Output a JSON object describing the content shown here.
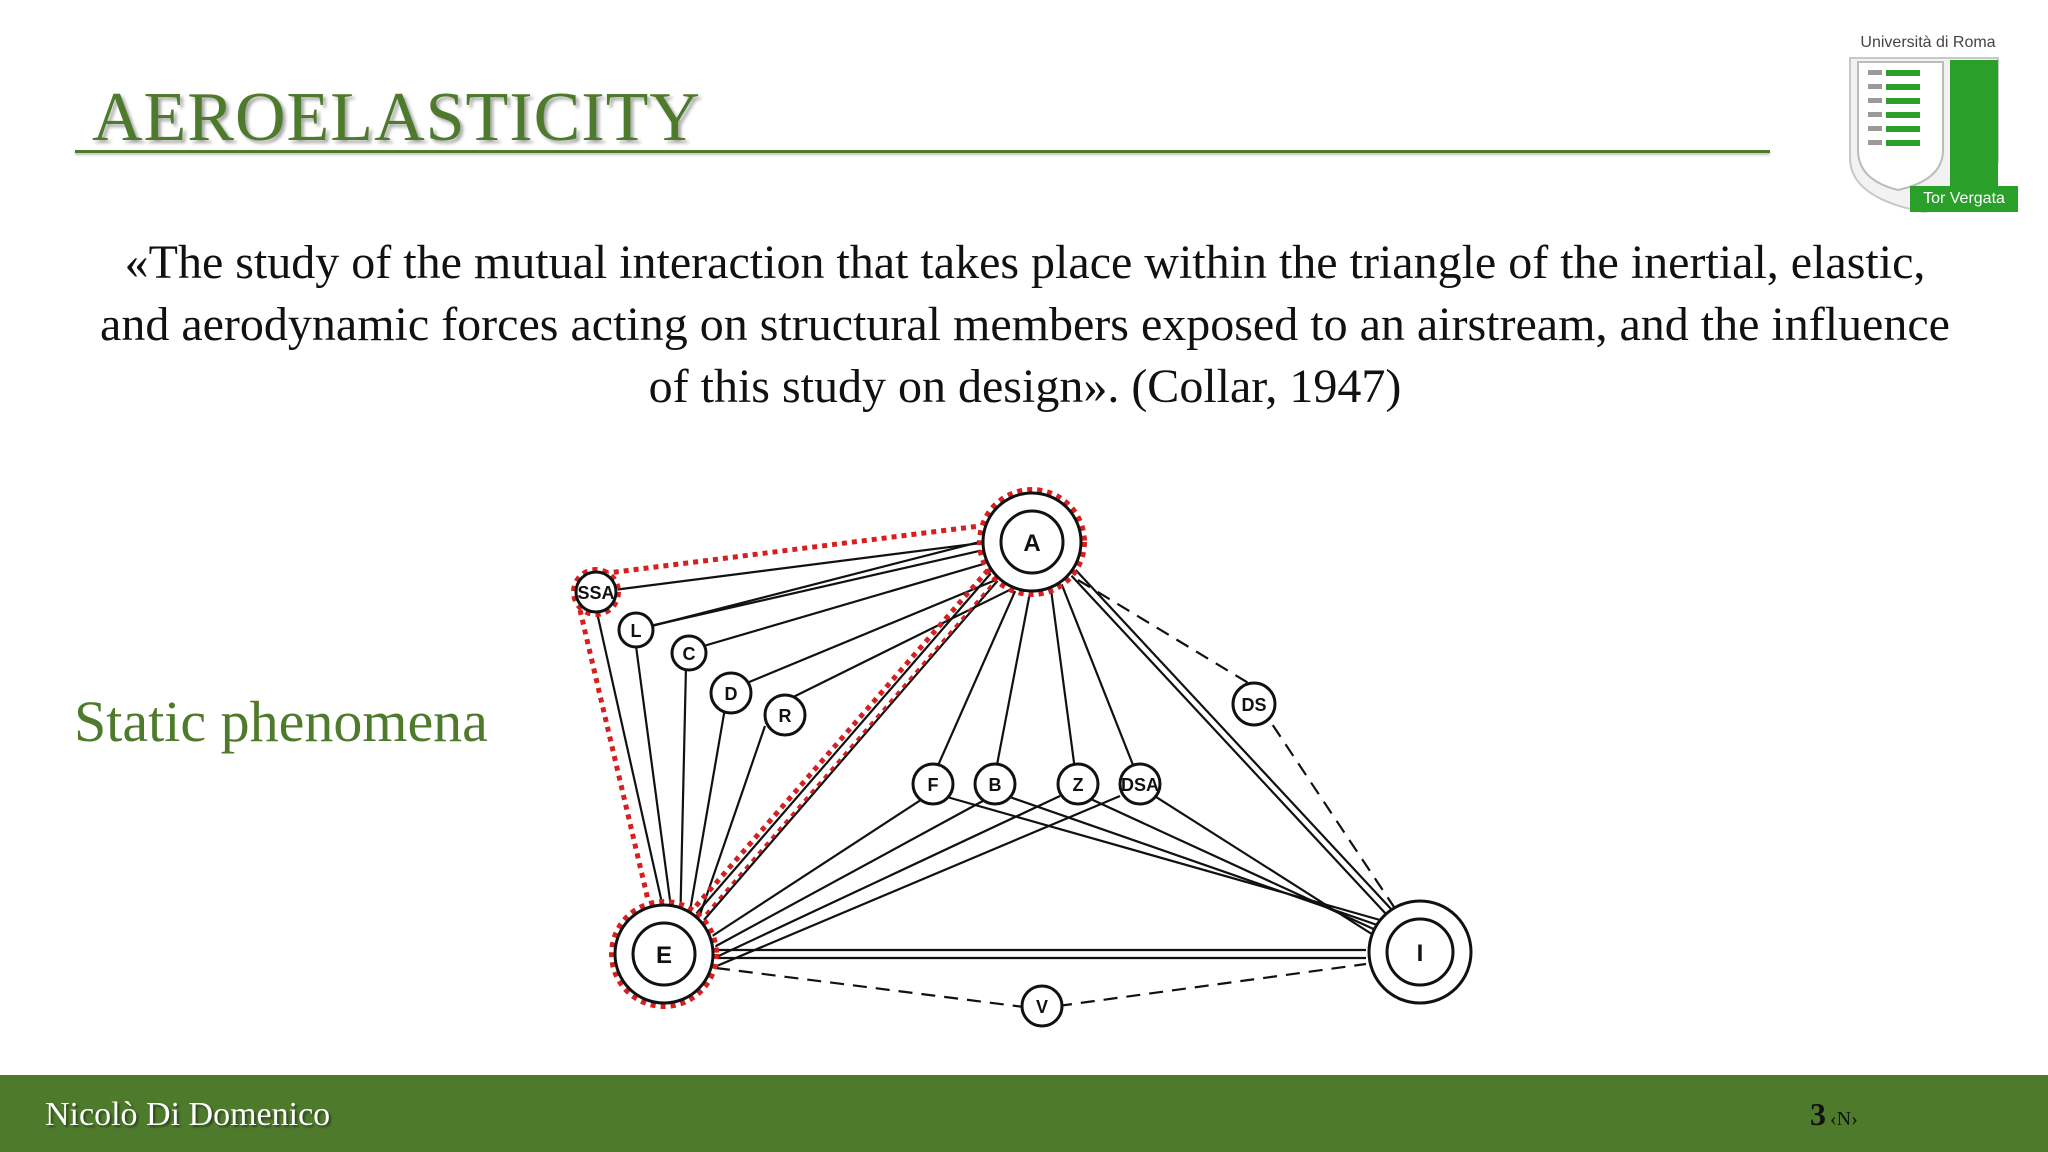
{
  "slide": {
    "title": "AEROELASTICITY",
    "quote": "«The study of the mutual interaction that takes place within the triangle of the inertial, elastic, and aerodynamic forces acting on structural members exposed to an airstream, and the influence of this study on design». (Collar, 1947)",
    "side_label": "Static phenomena"
  },
  "logo": {
    "top_text": "Università di Roma",
    "bottom_text": "Tor Vergata"
  },
  "footer": {
    "author": "Nicolò Di Domenico",
    "page_number": "3",
    "page_mark": "‹N›"
  },
  "diagram": {
    "nodes": {
      "A": "A",
      "E": "E",
      "I": "I",
      "SSA": "SSA",
      "L": "L",
      "C": "C",
      "D": "D",
      "R": "R",
      "F": "F",
      "B": "B",
      "Z": "Z",
      "DSA": "DSA",
      "DS": "DS",
      "V": "V"
    },
    "highlight_color": "#d62020"
  }
}
